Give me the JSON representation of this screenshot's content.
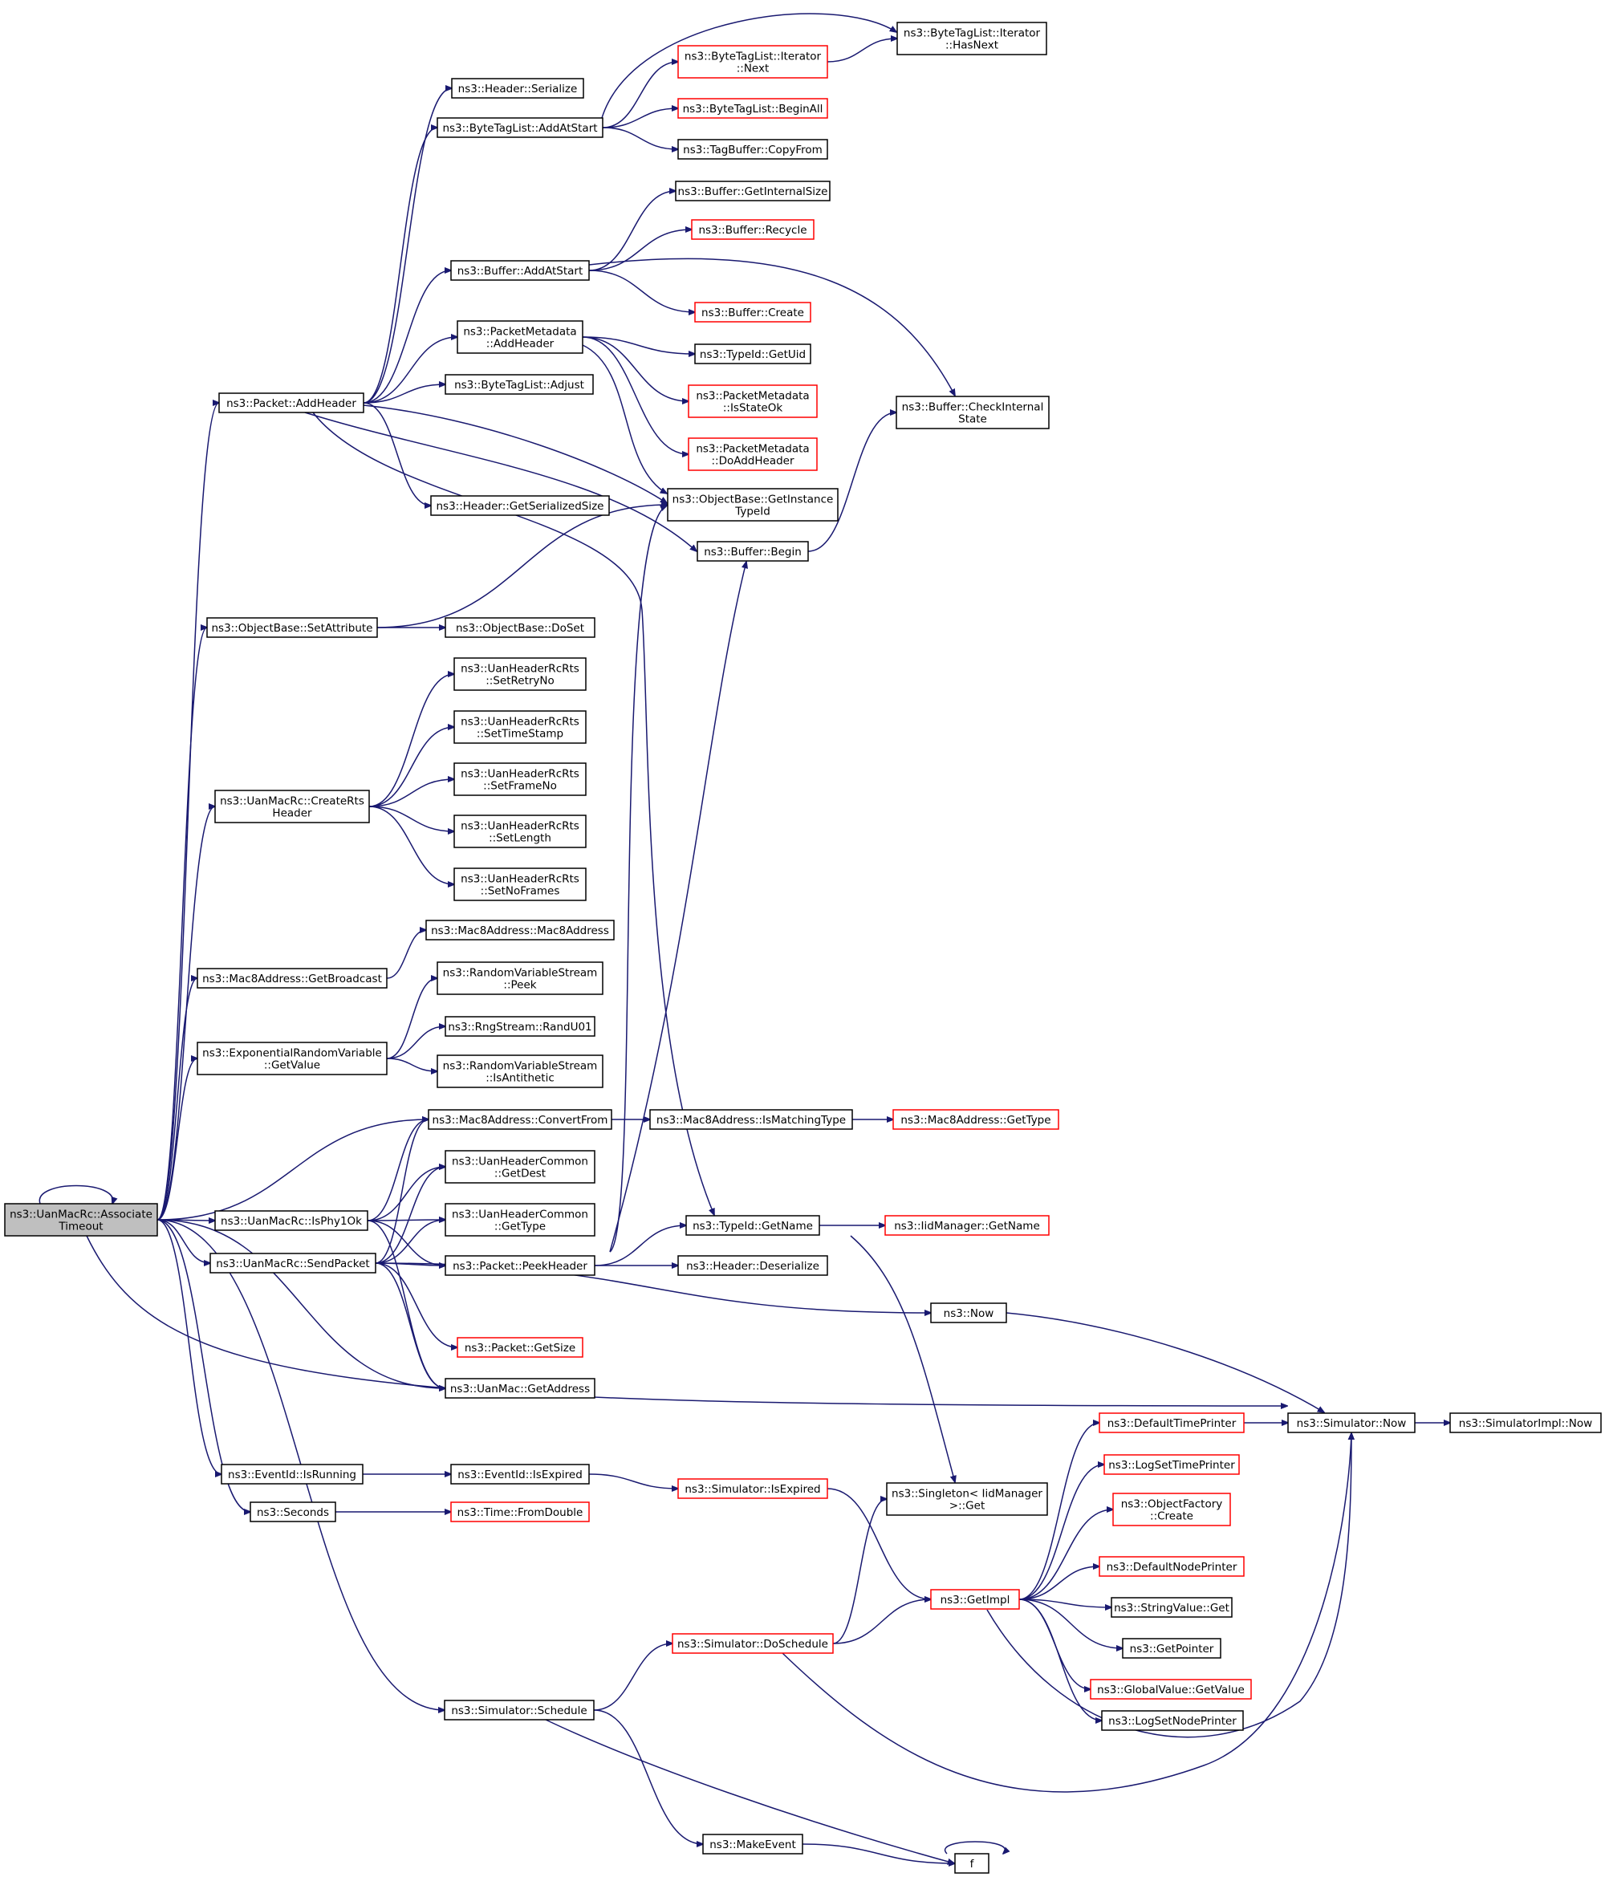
{
  "diagram": {
    "nodes": [
      {
        "id": "root",
        "lines": [
          "ns3::UanMacRc::Associate",
          "Timeout"
        ],
        "style": "root"
      },
      {
        "id": "addheader",
        "lines": [
          "ns3::Packet::AddHeader"
        ],
        "style": "black"
      },
      {
        "id": "setattribute",
        "lines": [
          "ns3::ObjectBase::SetAttribute"
        ],
        "style": "black"
      },
      {
        "id": "creatertsheader",
        "lines": [
          "ns3::UanMacRc::CreateRts",
          "Header"
        ],
        "style": "black"
      },
      {
        "id": "getbroadcast",
        "lines": [
          "ns3::Mac8Address::GetBroadcast"
        ],
        "style": "black"
      },
      {
        "id": "expgetvalue",
        "lines": [
          "ns3::ExponentialRandomVariable",
          "::GetValue"
        ],
        "style": "black"
      },
      {
        "id": "isphy1ok",
        "lines": [
          "ns3::UanMacRc::IsPhy1Ok"
        ],
        "style": "black"
      },
      {
        "id": "sendpacket",
        "lines": [
          "ns3::UanMacRc::SendPacket"
        ],
        "style": "black"
      },
      {
        "id": "isrunning",
        "lines": [
          "ns3::EventId::IsRunning"
        ],
        "style": "black"
      },
      {
        "id": "seconds",
        "lines": [
          "ns3::Seconds"
        ],
        "style": "black"
      },
      {
        "id": "schedule",
        "lines": [
          "ns3::Simulator::Schedule"
        ],
        "style": "black"
      },
      {
        "id": "hdrserialize",
        "lines": [
          "ns3::Header::Serialize"
        ],
        "style": "black"
      },
      {
        "id": "btladdatstart",
        "lines": [
          "ns3::ByteTagList::AddAtStart"
        ],
        "style": "black"
      },
      {
        "id": "bufaddatstart",
        "lines": [
          "ns3::Buffer::AddAtStart"
        ],
        "style": "black"
      },
      {
        "id": "pmaddheader",
        "lines": [
          "ns3::PacketMetadata",
          "::AddHeader"
        ],
        "style": "black"
      },
      {
        "id": "btladjust",
        "lines": [
          "ns3::ByteTagList::Adjust"
        ],
        "style": "black"
      },
      {
        "id": "getserializedsize",
        "lines": [
          "ns3::Header::GetSerializedSize"
        ],
        "style": "black"
      },
      {
        "id": "dosetobj",
        "lines": [
          "ns3::ObjectBase::DoSet"
        ],
        "style": "black"
      },
      {
        "id": "setretryno",
        "lines": [
          "ns3::UanHeaderRcRts",
          "::SetRetryNo"
        ],
        "style": "black"
      },
      {
        "id": "settimestamp",
        "lines": [
          "ns3::UanHeaderRcRts",
          "::SetTimeStamp"
        ],
        "style": "black"
      },
      {
        "id": "setframeno",
        "lines": [
          "ns3::UanHeaderRcRts",
          "::SetFrameNo"
        ],
        "style": "black"
      },
      {
        "id": "setlength",
        "lines": [
          "ns3::UanHeaderRcRts",
          "::SetLength"
        ],
        "style": "black"
      },
      {
        "id": "setnoframes",
        "lines": [
          "ns3::UanHeaderRcRts",
          "::SetNoFrames"
        ],
        "style": "black"
      },
      {
        "id": "mac8ctor",
        "lines": [
          "ns3::Mac8Address::Mac8Address"
        ],
        "style": "black"
      },
      {
        "id": "rvspeek",
        "lines": [
          "ns3::RandomVariableStream",
          "::Peek"
        ],
        "style": "black"
      },
      {
        "id": "randu01",
        "lines": [
          "ns3::RngStream::RandU01"
        ],
        "style": "black"
      },
      {
        "id": "isantithetic",
        "lines": [
          "ns3::RandomVariableStream",
          "::IsAntithetic"
        ],
        "style": "black"
      },
      {
        "id": "convertfrom",
        "lines": [
          "ns3::Mac8Address::ConvertFrom"
        ],
        "style": "black"
      },
      {
        "id": "getdest",
        "lines": [
          "ns3::UanHeaderCommon",
          "::GetDest"
        ],
        "style": "black"
      },
      {
        "id": "gettypecommon",
        "lines": [
          "ns3::UanHeaderCommon",
          "::GetType"
        ],
        "style": "black"
      },
      {
        "id": "peekheader",
        "lines": [
          "ns3::Packet::PeekHeader"
        ],
        "style": "black"
      },
      {
        "id": "getsize",
        "lines": [
          "ns3::Packet::GetSize"
        ],
        "style": "red"
      },
      {
        "id": "uanmacgetaddress",
        "lines": [
          "ns3::UanMac::GetAddress"
        ],
        "style": "black"
      },
      {
        "id": "isexpired",
        "lines": [
          "ns3::EventId::IsExpired"
        ],
        "style": "black"
      },
      {
        "id": "fromdouble",
        "lines": [
          "ns3::Time::FromDouble"
        ],
        "style": "red"
      },
      {
        "id": "btlitnext",
        "lines": [
          "ns3::ByteTagList::Iterator",
          "::Next"
        ],
        "style": "red"
      },
      {
        "id": "btlbeginall",
        "lines": [
          "ns3::ByteTagList::BeginAll"
        ],
        "style": "red"
      },
      {
        "id": "tagbufcopyfrom",
        "lines": [
          "ns3::TagBuffer::CopyFrom"
        ],
        "style": "black"
      },
      {
        "id": "bufgetinternalsize",
        "lines": [
          "ns3::Buffer::GetInternalSize"
        ],
        "style": "black"
      },
      {
        "id": "bufrecycle",
        "lines": [
          "ns3::Buffer::Recycle"
        ],
        "style": "red"
      },
      {
        "id": "bufcreate",
        "lines": [
          "ns3::Buffer::Create"
        ],
        "style": "red"
      },
      {
        "id": "typeidgetuid",
        "lines": [
          "ns3::TypeId::GetUid"
        ],
        "style": "black"
      },
      {
        "id": "pmisstateok",
        "lines": [
          "ns3::PacketMetadata",
          "::IsStateOk"
        ],
        "style": "red"
      },
      {
        "id": "pmdoaddheader",
        "lines": [
          "ns3::PacketMetadata",
          "::DoAddHeader"
        ],
        "style": "red"
      },
      {
        "id": "getinstancetypeid",
        "lines": [
          "ns3::ObjectBase::GetInstance",
          "TypeId"
        ],
        "style": "black"
      },
      {
        "id": "bufbegin",
        "lines": [
          "ns3::Buffer::Begin"
        ],
        "style": "black"
      },
      {
        "id": "ismatchingtype",
        "lines": [
          "ns3::Mac8Address::IsMatchingType"
        ],
        "style": "black"
      },
      {
        "id": "typeidgetname",
        "lines": [
          "ns3::TypeId::GetName"
        ],
        "style": "black"
      },
      {
        "id": "hdrdeserialize",
        "lines": [
          "ns3::Header::Deserialize"
        ],
        "style": "black"
      },
      {
        "id": "ns3now",
        "lines": [
          "ns3::Now"
        ],
        "style": "black"
      },
      {
        "id": "simisexpired",
        "lines": [
          "ns3::Simulator::IsExpired"
        ],
        "style": "red"
      },
      {
        "id": "simdoschedule",
        "lines": [
          "ns3::Simulator::DoSchedule"
        ],
        "style": "red"
      },
      {
        "id": "makeevent",
        "lines": [
          "ns3::MakeEvent"
        ],
        "style": "black"
      },
      {
        "id": "btlithasnext",
        "lines": [
          "ns3::ByteTagList::Iterator",
          "::HasNext"
        ],
        "style": "black"
      },
      {
        "id": "bufcheckinternalstate",
        "lines": [
          "ns3::Buffer::CheckInternal",
          "State"
        ],
        "style": "black"
      },
      {
        "id": "mac8gettype",
        "lines": [
          "ns3::Mac8Address::GetType"
        ],
        "style": "red"
      },
      {
        "id": "iidmanagergetname",
        "lines": [
          "ns3::IidManager::GetName"
        ],
        "style": "red"
      },
      {
        "id": "singletonget",
        "lines": [
          "ns3::Singleton< IidManager",
          " >::Get"
        ],
        "style": "black"
      },
      {
        "id": "getimpl",
        "lines": [
          "ns3::GetImpl"
        ],
        "style": "red"
      },
      {
        "id": "ffunc",
        "lines": [
          "f"
        ],
        "style": "black"
      },
      {
        "id": "defaulttimeprinter",
        "lines": [
          "ns3::DefaultTimePrinter"
        ],
        "style": "red"
      },
      {
        "id": "logsettimeprinter",
        "lines": [
          "ns3::LogSetTimePrinter"
        ],
        "style": "red"
      },
      {
        "id": "objectfactorycreate",
        "lines": [
          "ns3::ObjectFactory",
          "::Create"
        ],
        "style": "red"
      },
      {
        "id": "defaultnodeprinter",
        "lines": [
          "ns3::DefaultNodePrinter"
        ],
        "style": "red"
      },
      {
        "id": "stringvalueget",
        "lines": [
          "ns3::StringValue::Get"
        ],
        "style": "black"
      },
      {
        "id": "getpointer",
        "lines": [
          "ns3::GetPointer"
        ],
        "style": "black"
      },
      {
        "id": "globalvaluegetvalue",
        "lines": [
          "ns3::GlobalValue::GetValue"
        ],
        "style": "red"
      },
      {
        "id": "logsetnodeprinter",
        "lines": [
          "ns3::LogSetNodePrinter"
        ],
        "style": "black"
      },
      {
        "id": "simnow",
        "lines": [
          "ns3::Simulator::Now"
        ],
        "style": "black"
      },
      {
        "id": "simimplnow",
        "lines": [
          "ns3::SimulatorImpl::Now"
        ],
        "style": "black"
      }
    ]
  }
}
